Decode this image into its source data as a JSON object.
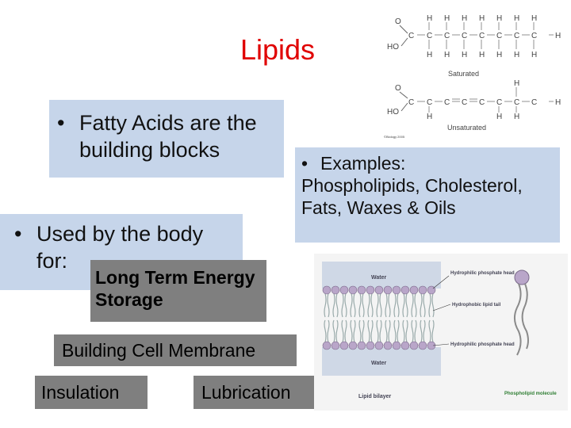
{
  "slide": {
    "title": "Lipids"
  },
  "fatty_acids_box": {
    "bullet": "•",
    "line1": "Fatty Acids are the",
    "line2": "building blocks"
  },
  "used_box": {
    "bullet": "•",
    "line1": "Used by the body",
    "line2": "for:"
  },
  "examples_box": {
    "bullet": "•",
    "line1": "Examples:",
    "line2": "Phospholipids, Cholesterol,",
    "line3": "Fats, Waxes & Oils"
  },
  "uses": {
    "long_term_energy_line1": "Long Term Energy",
    "long_term_energy_line2": "Storage",
    "building_membrane": "Building Cell Membrane",
    "insulation": "Insulation",
    "lubrication": "Lubrication"
  },
  "chemistry_figure": {
    "saturated_label": "Saturated",
    "unsaturated_label": "Unsaturated",
    "atom_h": "H",
    "atom_c": "C",
    "atom_o": "O",
    "group_ho": "HO",
    "credit": "©Biology 2005"
  },
  "membrane_figure": {
    "water_top": "Water",
    "water_bottom": "Water",
    "hydrophilic_head_top": "Hydrophilic phosphate head",
    "hydrophobic_tail": "Hydrophobic lipid tail",
    "hydrophilic_head_bottom": "Hydrophilic phosphate head",
    "lipid_bilayer": "Lipid bilayer",
    "phospholipid_molecule": "Phospholipid molecule"
  }
}
